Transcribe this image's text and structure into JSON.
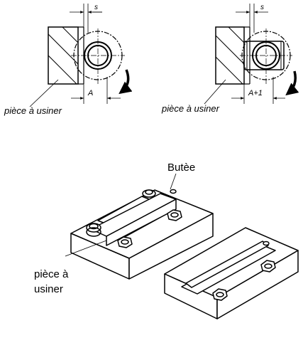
{
  "colors": {
    "line": "#000000",
    "background": "#ffffff"
  },
  "top_left": {
    "dim_s": "s",
    "dim_a": "A",
    "label_workpiece": "pièce à usiner"
  },
  "top_right": {
    "dim_s": "s",
    "dim_a": "A+1",
    "label_workpiece": "pièce à usiner"
  },
  "bottom": {
    "label_stop": "Butèe",
    "label_workpiece_line1": "pièce à",
    "label_workpiece_line2": "usiner"
  }
}
